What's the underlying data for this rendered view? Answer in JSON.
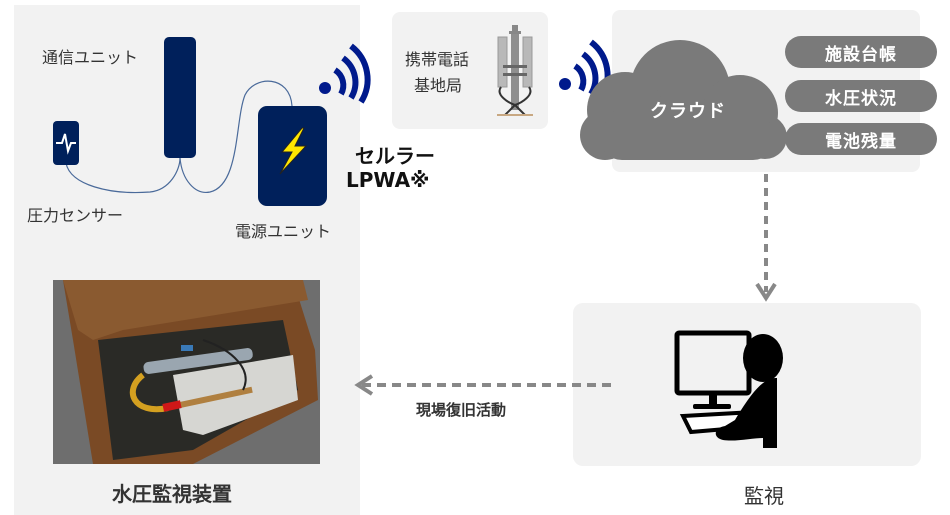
{
  "device": {
    "comm_unit_label": "通信ユニット",
    "pressure_sensor_label": "圧力センサー",
    "power_unit_label": "電源ユニット",
    "caption": "水圧監視装置"
  },
  "network": {
    "cellular_label": "セルラー",
    "lpwa_label": "LPWA※"
  },
  "base_station": {
    "line1": "携帯電話",
    "line2": "基地局"
  },
  "cloud": {
    "label": "クラウド",
    "items": [
      "施設台帳",
      "水圧状況",
      "電池残量"
    ]
  },
  "monitoring": {
    "caption": "監視"
  },
  "field_action": {
    "label": "現場復旧活動"
  },
  "colors": {
    "navy": "#00205b",
    "signal_blue": "#001a8c",
    "cloud_gray": "#7a7a7a",
    "panel_gray": "#f2f2f2",
    "bolt_yellow": "#ffe600"
  }
}
